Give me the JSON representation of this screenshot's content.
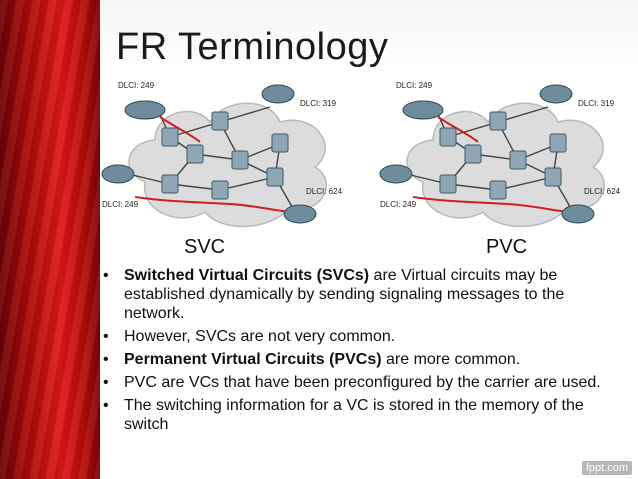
{
  "slide": {
    "title": "FR Terminology",
    "labels": {
      "left": "SVC",
      "right": "PVC"
    },
    "diagram": {
      "dlci_top_left": "DLCI: 249",
      "dlci_top_right": "DLCI: 319",
      "dlci_right": "DLCI: 624",
      "dlci_bottom_left": "DLCI: 249"
    },
    "bullets": [
      {
        "bold": "Switched Virtual Circuits (SVCs)",
        "text": " are Virtual circuits may be established dynamically by sending signaling messages to the network."
      },
      {
        "bold": "",
        "text": "However, SVCs are not very common."
      },
      {
        "bold": "Permanent Virtual Circuits (PVCs)",
        "text": " are more common."
      },
      {
        "bold": "",
        "text": "PVC are VCs that have been preconfigured by the carrier are used."
      },
      {
        "bold": "",
        "text": "The switching information for a VC is stored in the memory of the switch"
      }
    ],
    "footer": "fppt.com"
  }
}
